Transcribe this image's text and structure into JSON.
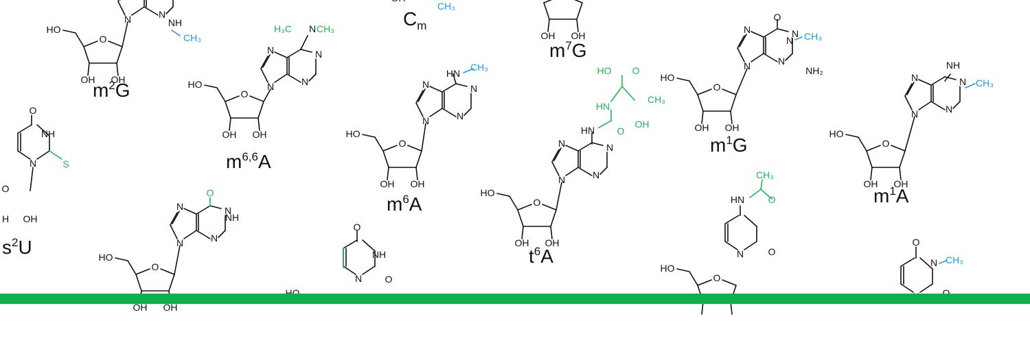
{
  "colors": {
    "black": "#111111",
    "blue": "#1a9be0",
    "green": "#1db954",
    "bar": "#0db04b"
  },
  "nucleosides": [
    {
      "id": "m2G",
      "base": "m",
      "sup": "2",
      "sub": "",
      "tail": "G"
    },
    {
      "id": "m66A",
      "base": "m",
      "sup": "6,6",
      "sub": "",
      "tail": "A"
    },
    {
      "id": "Cm",
      "base": "C",
      "sup": "",
      "sub": "m",
      "tail": ""
    },
    {
      "id": "m6A",
      "base": "m",
      "sup": "6",
      "sub": "",
      "tail": "A"
    },
    {
      "id": "m7G",
      "base": "m",
      "sup": "7",
      "sub": "",
      "tail": "G"
    },
    {
      "id": "t6A",
      "base": "t",
      "sup": "6",
      "sub": "",
      "tail": "A"
    },
    {
      "id": "m1G",
      "base": "m",
      "sup": "1",
      "sub": "",
      "tail": "G"
    },
    {
      "id": "m1A",
      "base": "m",
      "sup": "1",
      "sub": "",
      "tail": "A"
    },
    {
      "id": "s2U",
      "base": "s",
      "sup": "2",
      "sub": "",
      "tail": "U"
    }
  ],
  "atom_labels": {
    "ho": "HO",
    "oh": "OH",
    "o": "O",
    "n": "N",
    "nh": "NH",
    "hn": "HN",
    "nh2": "NH₂",
    "ch3": "CH₃",
    "h3c": "H₃C",
    "s": "S",
    "h": "H",
    "ho_acid": "HO"
  }
}
